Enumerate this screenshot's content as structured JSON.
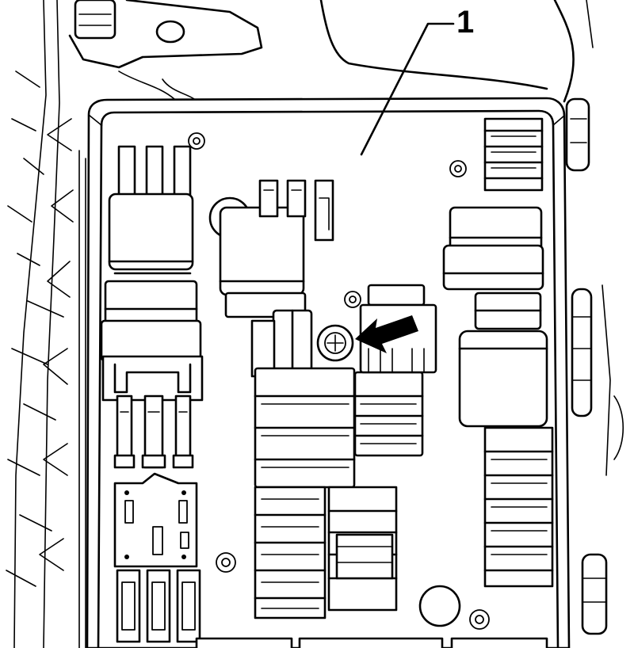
{
  "callouts": [
    {
      "label": "1",
      "target": "fuse-relay-box"
    }
  ],
  "indicator": {
    "type": "arrow",
    "color": "#000000"
  },
  "colors": {
    "line": "#000000",
    "background": "#ffffff"
  }
}
